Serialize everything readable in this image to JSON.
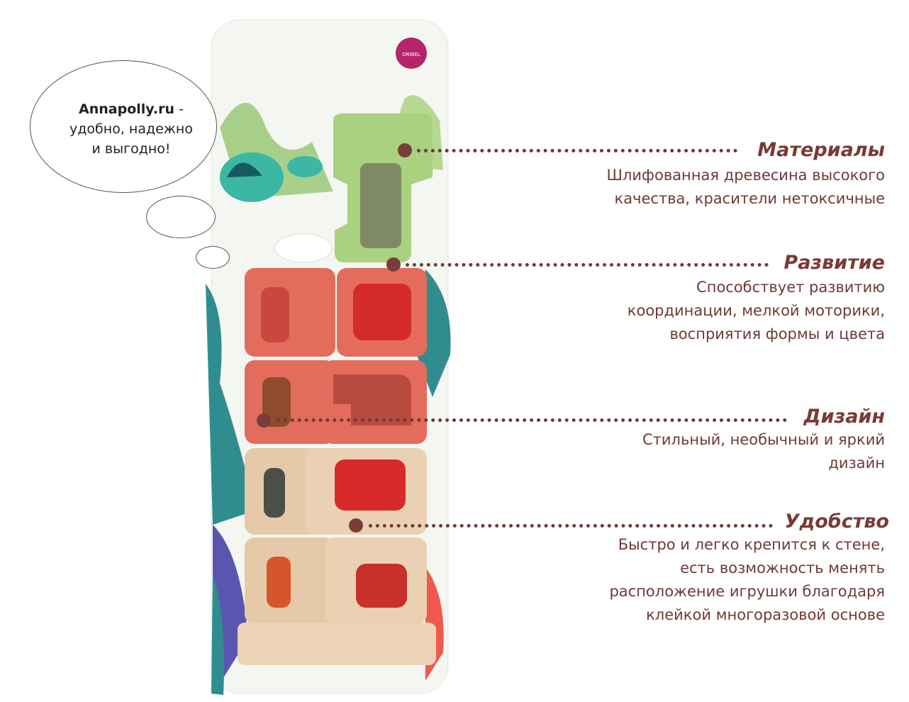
{
  "bubble": {
    "brand": "Annapolly.ru",
    "line1": " -",
    "line2": "удобно, надежно",
    "line3": "и выгодно!"
  },
  "product": {
    "brand_logo": "ORIBEL"
  },
  "features": [
    {
      "title": "Материалы",
      "desc": [
        "Шлифованная древесина высокого",
        "качества, красители нетоксичные"
      ]
    },
    {
      "title": "Развитие",
      "desc": [
        "Способствует развитию",
        "координации, мелкой моторики,",
        "восприятия формы и цвета"
      ]
    },
    {
      "title": "Дизайн",
      "desc": [
        "Стильный, необычный и яркий",
        "дизайн"
      ]
    },
    {
      "title": "Удобство",
      "desc": [
        "Быстро и легко крепится к стене,",
        "есть возможность менять",
        "расположение игрушки благодаря",
        "клейкой многоразовой основе"
      ]
    }
  ],
  "colors": {
    "accent": "#7b3a34",
    "text": "#6e3a36",
    "coral": "#e06a5a",
    "green": "#9fcf7a",
    "wood": "#e9ccab"
  }
}
